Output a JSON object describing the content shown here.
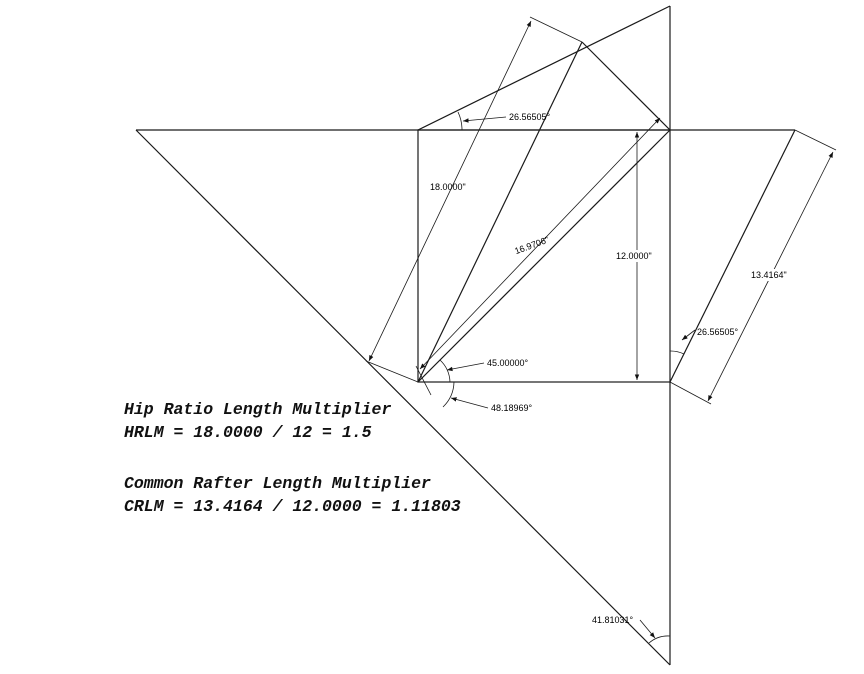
{
  "dimensions": {
    "hip_length": "18.0000\"",
    "hip_run": "16.9706\"",
    "rise": "12.0000\"",
    "common_rafter": "13.4164\"",
    "angle_top": "26.56505°",
    "angle_right": "26.56505°",
    "angle_45": "45.00000°",
    "angle_48": "48.18969°",
    "angle_41": "41.81031°"
  },
  "notes": {
    "hip_title": "Hip Ratio Length Multiplier",
    "hip_formula": "HRLM = 18.0000 / 12 = 1.5",
    "common_title": "Common Rafter Length Multiplier",
    "common_formula": "CRLM = 13.4164 / 12.0000 = 1.11803"
  }
}
